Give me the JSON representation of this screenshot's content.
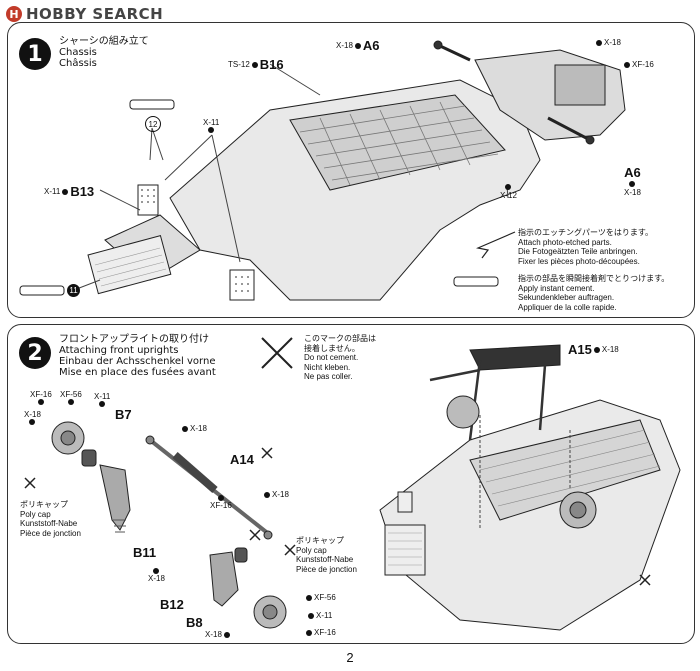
{
  "brand": {
    "logo_letter": "H",
    "name": "HOBBY SEARCH"
  },
  "step1": {
    "number": "1",
    "title_jp": "シャーシの組み立て",
    "title_en": "Chassis",
    "title_fr": "Châssis",
    "labels": {
      "x18_a6_top": "X-18",
      "a6_top": "A6",
      "x18_top_right": "X-18",
      "xf16_top_right": "XF-16",
      "ts12": "TS-12",
      "b16": "B16",
      "x11": "X-11",
      "x11_b13": "X-11",
      "b13": "B13",
      "a6_right": "A6",
      "x18_right": "X-18",
      "x12": "X-12",
      "callout_12": "12",
      "callout_11": "11"
    },
    "note_etch": {
      "jp": "指示のエッチングパーツをはります。",
      "en": "Attach photo-etched parts.",
      "de": "Die Fotogeätzten Teile anbringen.",
      "fr": "Fixer les pièces photo-découpées."
    },
    "note_cement": {
      "jp": "指示の部品を瞬間接着剤でとりつけます。",
      "en": "Apply instant cement.",
      "de": "Sekundenkleber auftragen.",
      "fr": "Appliquer de la colle rapide."
    }
  },
  "step2": {
    "number": "2",
    "title_jp": "フロントアップライトの取り付け",
    "title_en": "Attaching front uprights",
    "title_de": "Einbau der Achsschenkel vorne",
    "title_fr": "Mise en place des fusées avant",
    "no_cement": {
      "jp1": "このマークの部品は",
      "jp2": "接着しません。",
      "en": "Do not cement.",
      "de": "Nicht kleben.",
      "fr": "Ne pas coller."
    },
    "polycap_left": {
      "jp": "ポリキャップ",
      "en": "Poly cap",
      "de": "Kunststoff-Nabe",
      "fr": "Pièce de jonction"
    },
    "polycap_right": {
      "jp": "ポリキャップ",
      "en": "Poly cap",
      "de": "Kunststoff-Nabe",
      "fr": "Pièce de jonction"
    },
    "labels": {
      "xf16_a": "XF-16",
      "xf56_a": "XF-56",
      "x11_a": "X-11",
      "x18_a": "X-18",
      "b7": "B7",
      "x18_b": "X-18",
      "a14": "A14",
      "xf16_b": "XF-16",
      "x18_c": "X-18",
      "b11": "B11",
      "x18_d": "X-18",
      "b12": "B12",
      "b8": "B8",
      "x18_e": "X-18",
      "xf56_b": "XF-56",
      "x11_b": "X-11",
      "xf16_c": "XF-16",
      "a15": "A15",
      "x18_a15": "X-18"
    }
  },
  "page_number": "2"
}
